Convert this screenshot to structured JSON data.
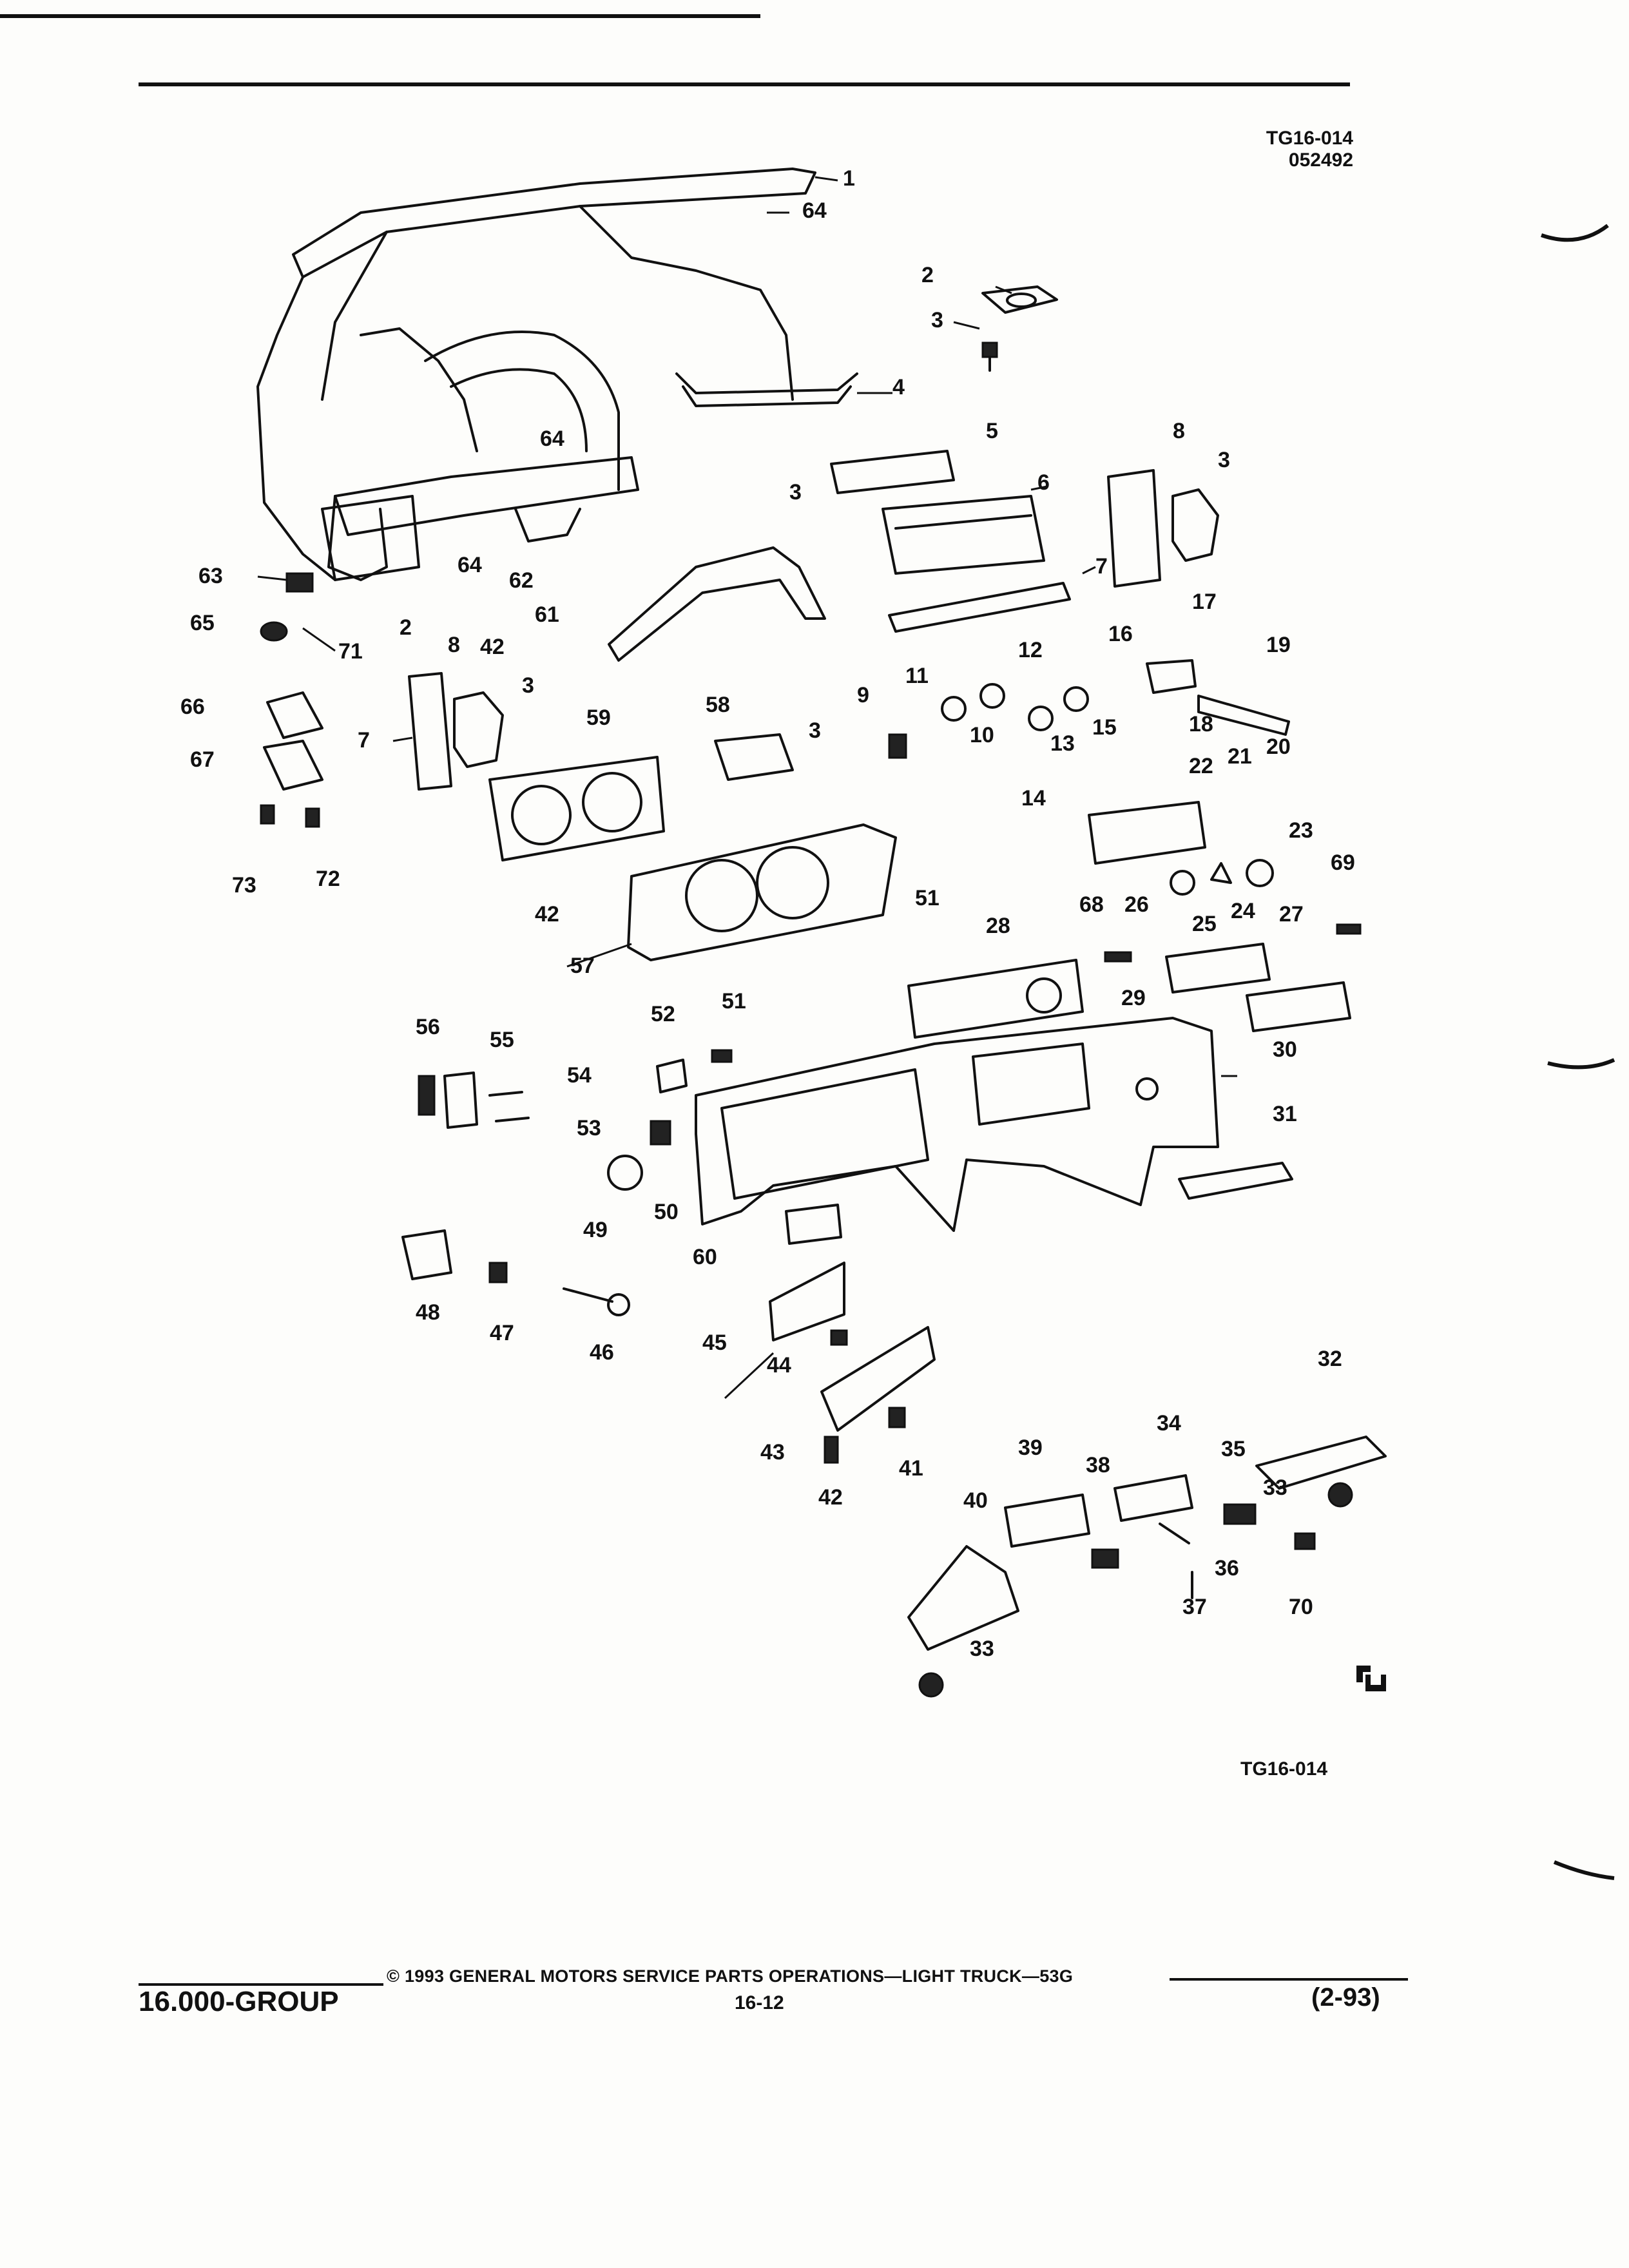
{
  "header": {
    "figure_code": "TG16-014",
    "figure_date": "052492"
  },
  "figure": {
    "bottom_code": "TG16-014",
    "callouts": [
      "1",
      "64",
      "2",
      "3",
      "4",
      "5",
      "6",
      "3",
      "8",
      "3",
      "7",
      "64",
      "63",
      "64",
      "62",
      "61",
      "65",
      "2",
      "71",
      "17",
      "16",
      "19",
      "18",
      "15",
      "12",
      "11",
      "9",
      "10",
      "13",
      "14",
      "22",
      "21",
      "20",
      "23",
      "66",
      "8",
      "42",
      "3",
      "7",
      "67",
      "59",
      "58",
      "3",
      "73",
      "72",
      "42",
      "51",
      "57",
      "69",
      "68",
      "26",
      "25",
      "24",
      "27",
      "28",
      "56",
      "55",
      "54",
      "53",
      "52",
      "51",
      "29",
      "30",
      "31",
      "49",
      "50",
      "60",
      "48",
      "47",
      "46",
      "45",
      "44",
      "43",
      "42",
      "41",
      "32",
      "34",
      "35",
      "33",
      "39",
      "38",
      "36",
      "40",
      "37",
      "70",
      "33"
    ]
  },
  "footer": {
    "group": "16.000-GROUP",
    "copyright": "© 1993 GENERAL MOTORS SERVICE PARTS OPERATIONS—LIGHT TRUCK—53G",
    "page_number": "16-12",
    "revision": "(2-93)"
  }
}
